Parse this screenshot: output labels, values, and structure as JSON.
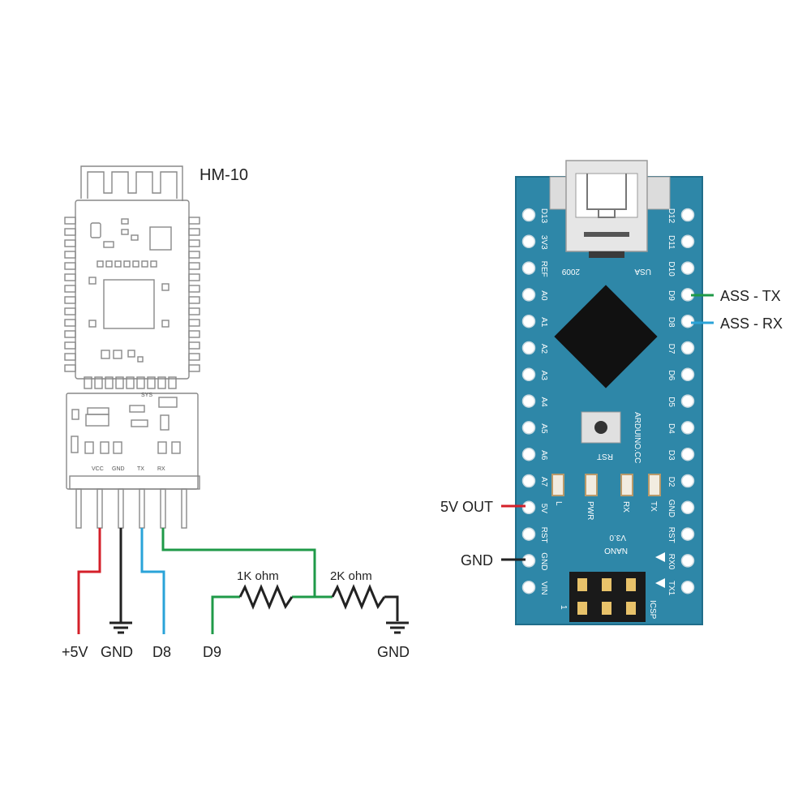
{
  "module": {
    "title": "HM-10",
    "pins": [
      "VCC",
      "GND",
      "TX",
      "RX"
    ],
    "sys_label": "SYS"
  },
  "circuit": {
    "resistor_1": "1K ohm",
    "resistor_2": "2K ohm",
    "terminals": {
      "plus5v": "+5V",
      "gnd_left": "GND",
      "d8": "D8",
      "d9": "D9",
      "gnd_right": "GND"
    }
  },
  "nano": {
    "usb_year": "2009",
    "usb_country": "USA",
    "brand": "ARDUINO.CC",
    "rst_label": "RST",
    "model": "NANO",
    "version": "V3.0",
    "icsp": "ICSP",
    "pin1_marker": "1",
    "led_labels": [
      "L",
      "PWR",
      "RX",
      "TX"
    ],
    "left_pins": [
      "D13",
      "3V3",
      "REF",
      "A0",
      "A1",
      "A2",
      "A3",
      "A4",
      "A5",
      "A6",
      "A7",
      "5V",
      "RST",
      "GND",
      "VIN"
    ],
    "right_pins": [
      "D12",
      "D11",
      "D10",
      "D9",
      "D8",
      "D7",
      "D6",
      "D5",
      "D4",
      "D3",
      "D2",
      "GND",
      "RST",
      "RX0",
      "TX1"
    ]
  },
  "callouts": {
    "ass_tx": "ASS - TX",
    "ass_rx": "ASS - RX",
    "five_v_out": "5V OUT",
    "gnd": "GND"
  },
  "colors": {
    "board": "#2e87a8",
    "board_edge": "#1f6d8a",
    "red_wire": "#d4202a",
    "black_wire": "#222222",
    "blue_wire": "#2aa3d8",
    "green_wire": "#1f9a48",
    "module_outline": "#888888"
  }
}
